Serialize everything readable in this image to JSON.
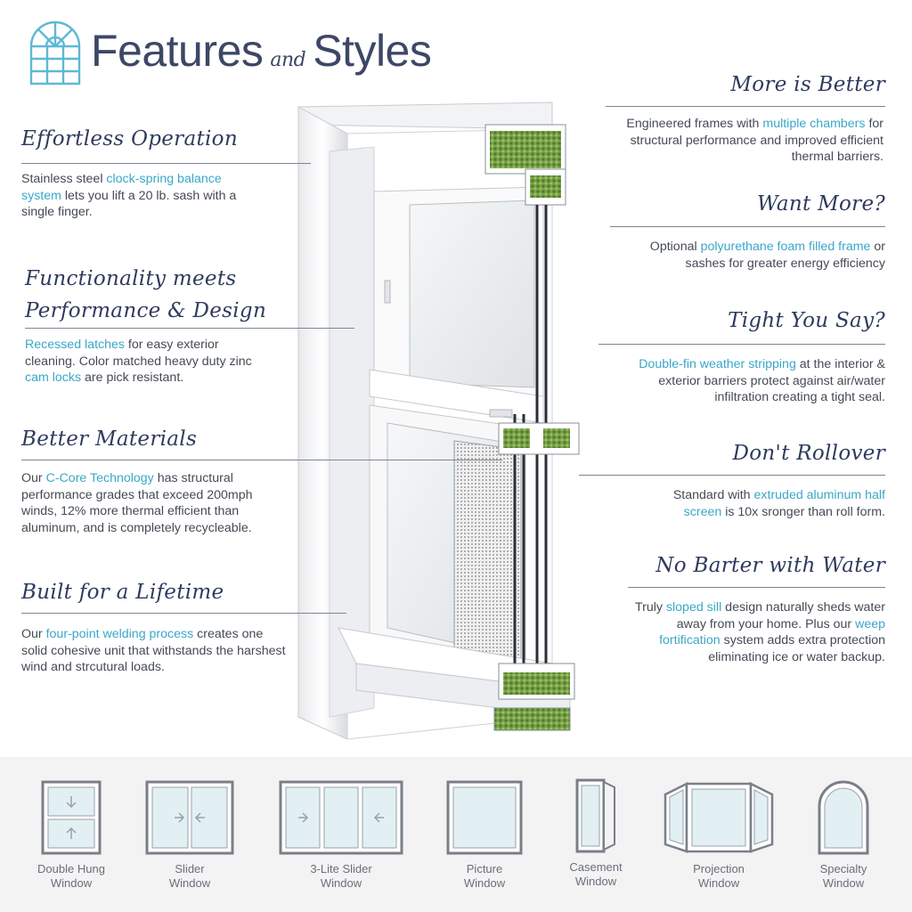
{
  "header": {
    "title_left": "Features",
    "title_and": "and",
    "title_right": "Styles"
  },
  "features_left": [
    {
      "heading": "Effortless Operation",
      "parts": [
        [
          "Stainless steel ",
          false
        ],
        [
          "clock-spring balance system",
          true
        ],
        [
          " lets you lift a 20 lb. sash with a single finger.",
          false
        ]
      ]
    },
    {
      "heading_lines": [
        "Functionality meets",
        "Performance & Design"
      ],
      "parts": [
        [
          "Recessed latches",
          true
        ],
        [
          " for easy exterior cleaning.  Color matched heavy duty zinc ",
          false
        ],
        [
          "cam locks",
          true
        ],
        [
          " are pick resistant.",
          false
        ]
      ]
    },
    {
      "heading": "Better Materials",
      "parts": [
        [
          "Our ",
          false
        ],
        [
          "C-Core Technology",
          true
        ],
        [
          " has structural performance grades that exceed 200mph winds, 12% more thermal efficient than aluminum, and is completely recycleable.",
          false
        ]
      ]
    },
    {
      "heading": "Built for a Lifetime",
      "parts": [
        [
          "Our ",
          false
        ],
        [
          "four-point welding process",
          true
        ],
        [
          " creates one solid cohesive unit that withstands the harshest wind and strcutural loads.",
          false
        ]
      ]
    }
  ],
  "features_right": [
    {
      "heading": "More is Better",
      "parts": [
        [
          "Engineered frames with ",
          false
        ],
        [
          "multiple chambers",
          true
        ],
        [
          " for structural performance and improved efficient thermal barriers.",
          false
        ]
      ]
    },
    {
      "heading": "Want More?",
      "parts": [
        [
          "Optional ",
          false
        ],
        [
          "polyurethane foam filled frame",
          true
        ],
        [
          " or sashes for greater energy efficiency",
          false
        ]
      ]
    },
    {
      "heading": "Tight You Say?",
      "parts": [
        [
          "Double-fin weather stripping",
          true
        ],
        [
          " at the interior & exterior barriers protect against air/water infiltration creating a tight seal.",
          false
        ]
      ]
    },
    {
      "heading": "Don't Rollover",
      "parts": [
        [
          "Standard with ",
          false
        ],
        [
          "extruded aluminum half screen",
          true
        ],
        [
          " is 10x sronger than roll form.",
          false
        ]
      ]
    },
    {
      "heading": "No Barter with Water",
      "parts": [
        [
          "Truly ",
          false
        ],
        [
          "sloped sill",
          true
        ],
        [
          " design naturally sheds water away from your home. Plus our ",
          false
        ],
        [
          "weep fortification",
          true
        ],
        [
          " system adds extra protection eliminating ice or water backup.",
          false
        ]
      ]
    }
  ],
  "styles": [
    {
      "name": "Double Hung",
      "sub": "Window",
      "icon": "double-hung-window-icon"
    },
    {
      "name": "Slider",
      "sub": "Window",
      "icon": "slider-window-icon"
    },
    {
      "name": "3-Lite Slider",
      "sub": "Window",
      "icon": "three-lite-slider-window-icon"
    },
    {
      "name": "Picture",
      "sub": "Window",
      "icon": "picture-window-icon"
    },
    {
      "name": "Casement",
      "sub": "Window",
      "icon": "casement-window-icon"
    },
    {
      "name": "Projection",
      "sub": "Window",
      "icon": "projection-window-icon"
    },
    {
      "name": "Specialty",
      "sub": "Window",
      "icon": "specialty-window-icon"
    }
  ],
  "colors": {
    "accent": "#3aa7c9",
    "heading": "#2e3b5e",
    "logo": "#5fb8d6",
    "foam": "#6f9a3c"
  }
}
